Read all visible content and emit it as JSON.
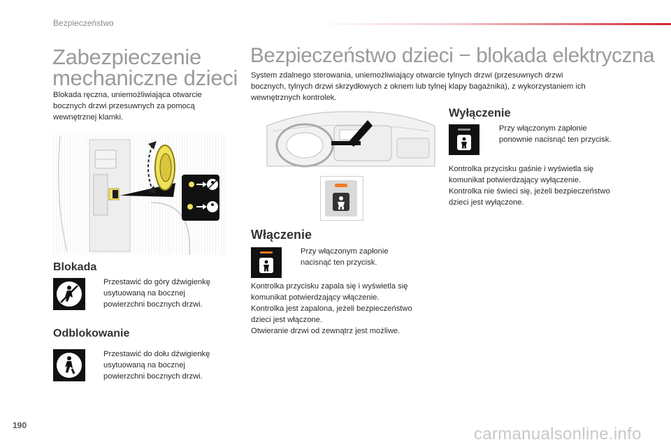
{
  "header": {
    "section": "Bezpieczeństwo"
  },
  "left": {
    "title_line1": "Zabezpieczenie",
    "title_line2": "mechaniczne dzieci",
    "intro_line1": "Blokada ręczna, uniemożliwiająca otwarcie",
    "intro_line2": "bocznych drzwi przesuwnych za pomocą",
    "intro_line3": "wewnętrznej klamki.",
    "lock": {
      "title": "Blokada",
      "bullet": "",
      "line1": "Przestawić do góry dźwigienkę",
      "line2": "usytuowaną na bocznej",
      "line3": "powierzchni bocznych drzwi."
    },
    "unlock": {
      "title": "Odblokowanie",
      "bullet": "",
      "line1": "Przestawić do dołu dźwigienkę",
      "line2": "usytuowaną na bocznej",
      "line3": "powierzchni bocznych drzwi."
    }
  },
  "right": {
    "title": "Bezpieczeństwo dzieci − blokada elektryczna",
    "intro_line1": "System zdalnego sterowania, uniemożliwiający otwarcie tylnych drzwi (przesuwnych drzwi",
    "intro_line2": "bocznych, tylnych drzwi skrzydłowych z oknem lub tylnej klapy bagażnika), z wykorzystaniem ich",
    "intro_line3": "wewnętrznych kontrolek.",
    "enable": {
      "title": "Włączenie",
      "bullet": "",
      "step_line1": "Przy włączonym zapłonie",
      "step_line2": "nacisnąć ten przycisk.",
      "desc": [
        "Kontrolka przycisku zapala się i wyświetla się",
        "komunikat potwierdzający włączenie.",
        "Kontrolka jest zapalona, jeżeli bezpieczeństwo",
        "dzieci jest włączone.",
        "Otwieranie drzwi od zewnątrz jest możliwe."
      ]
    },
    "disable": {
      "title": "Wyłączenie",
      "bullet": "",
      "step_line1": "Przy włączonym zapłonie",
      "step_line2": "ponownie nacisnąć ten przycisk.",
      "desc": [
        "Kontrolka przycisku gaśnie i wyświetla się",
        "komunikat potwierdzający wyłączenie.",
        "Kontrolka nie świeci się, jeżeli bezpieczeństwo",
        "dzieci jest wyłączone."
      ]
    }
  },
  "footer": {
    "page_number": "190",
    "watermark": "carmanualsonline.info"
  },
  "colors": {
    "accent_red": "#d5232f",
    "indicator_orange": "#f07a22",
    "title_gray": "#9a9a9a"
  }
}
